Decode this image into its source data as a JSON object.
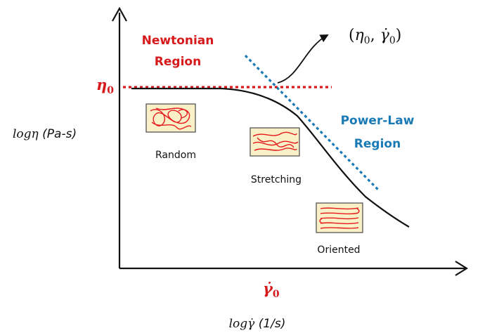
{
  "axes": {
    "y_label_math": "logη",
    "y_label_unit": " (Pa-s)",
    "x_label_math": "logγ̇",
    "x_label_unit": " (1/s)"
  },
  "regions": {
    "newtonian_line1": "Newtonian",
    "newtonian_line2": "Region",
    "powerlaw_line1": "Power-Law",
    "powerlaw_line2": "Region"
  },
  "markers": {
    "eta0_symbol": "η",
    "eta0_subscript": "0",
    "gamma0_symbol": "γ̇",
    "gamma0_subscript": "0",
    "point_open": "(",
    "point_eta": "η",
    "point_eta_sub": "0",
    "point_sep": ", ",
    "point_gamma": "γ̇",
    "point_gamma_sub": "0",
    "point_close": ")"
  },
  "chain_states": {
    "random": "Random",
    "stretching": "Stretching",
    "oriented": "Oriented"
  },
  "colors": {
    "newtonian": "#d7191c",
    "powerlaw": "#1a7ab5",
    "curve": "#111111",
    "chain": "#e41a1c",
    "box_fill": "#faf0c8",
    "box_stroke": "#555555"
  }
}
